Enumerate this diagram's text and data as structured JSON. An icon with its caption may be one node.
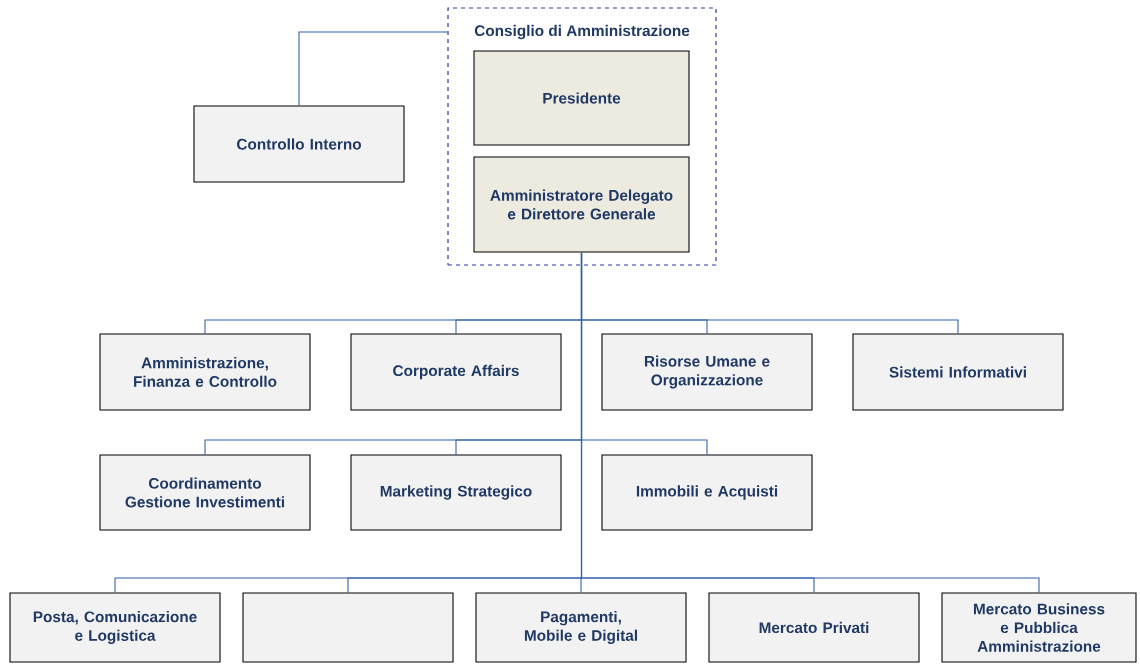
{
  "diagram": {
    "nodes": [
      {
        "text": [
          "Consiglio di Amministrazione"
        ]
      },
      {
        "text": [
          "Presidente"
        ],
        "in": 0
      },
      {
        "text": [
          "Amministratore Delegato e Direttore Generale"
        ],
        "in": 0
      },
      {
        "text": [
          "Controllo Interno"
        ]
      },
      {
        "text": [
          "Amministrazione, Finanza e Controllo"
        ]
      },
      {
        "text": [
          "Corporate Affairs"
        ]
      },
      {
        "text": [
          "Risorse Umane e Organizzazione"
        ]
      },
      {
        "text": [
          "Sistemi Informativi"
        ]
      },
      {
        "text": [
          "Coordinamento Gestione Investimenti"
        ]
      },
      {
        "text": [
          "Marketing Strategico"
        ]
      },
      {
        "text": [
          "Immobili e Acquisti"
        ]
      },
      {
        "text": [
          "Posta, Comunicazione e Logistica"
        ]
      },
      {
        "text": [],
        "shape": "box"
      },
      {
        "text": [
          "Pagamenti, Mobile e Digital"
        ]
      },
      {
        "text": [
          "Mercato Privati"
        ]
      },
      {
        "text": [
          "Mercato Business e Pubblica Amministrazione"
        ]
      }
    ],
    "edges": [
      {
        "from": 0,
        "to": 3,
        "arrow": "none"
      },
      {
        "from": 2,
        "to": 4,
        "arrow": "none"
      },
      {
        "from": 2,
        "to": 5,
        "arrow": "none"
      },
      {
        "from": 2,
        "to": 6,
        "arrow": "none"
      },
      {
        "from": 2,
        "to": 7,
        "arrow": "none"
      },
      {
        "from": 2,
        "to": 8,
        "arrow": "none"
      },
      {
        "from": 2,
        "to": 9,
        "arrow": "none"
      },
      {
        "from": 2,
        "to": 10,
        "arrow": "none"
      },
      {
        "from": 2,
        "to": 11,
        "arrow": "none"
      },
      {
        "from": 2,
        "to": 12,
        "arrow": "none"
      },
      {
        "from": 2,
        "to": 13,
        "arrow": "none"
      },
      {
        "from": 2,
        "to": 14,
        "arrow": "none"
      },
      {
        "from": 2,
        "to": 15,
        "arrow": "none"
      }
    ]
  }
}
